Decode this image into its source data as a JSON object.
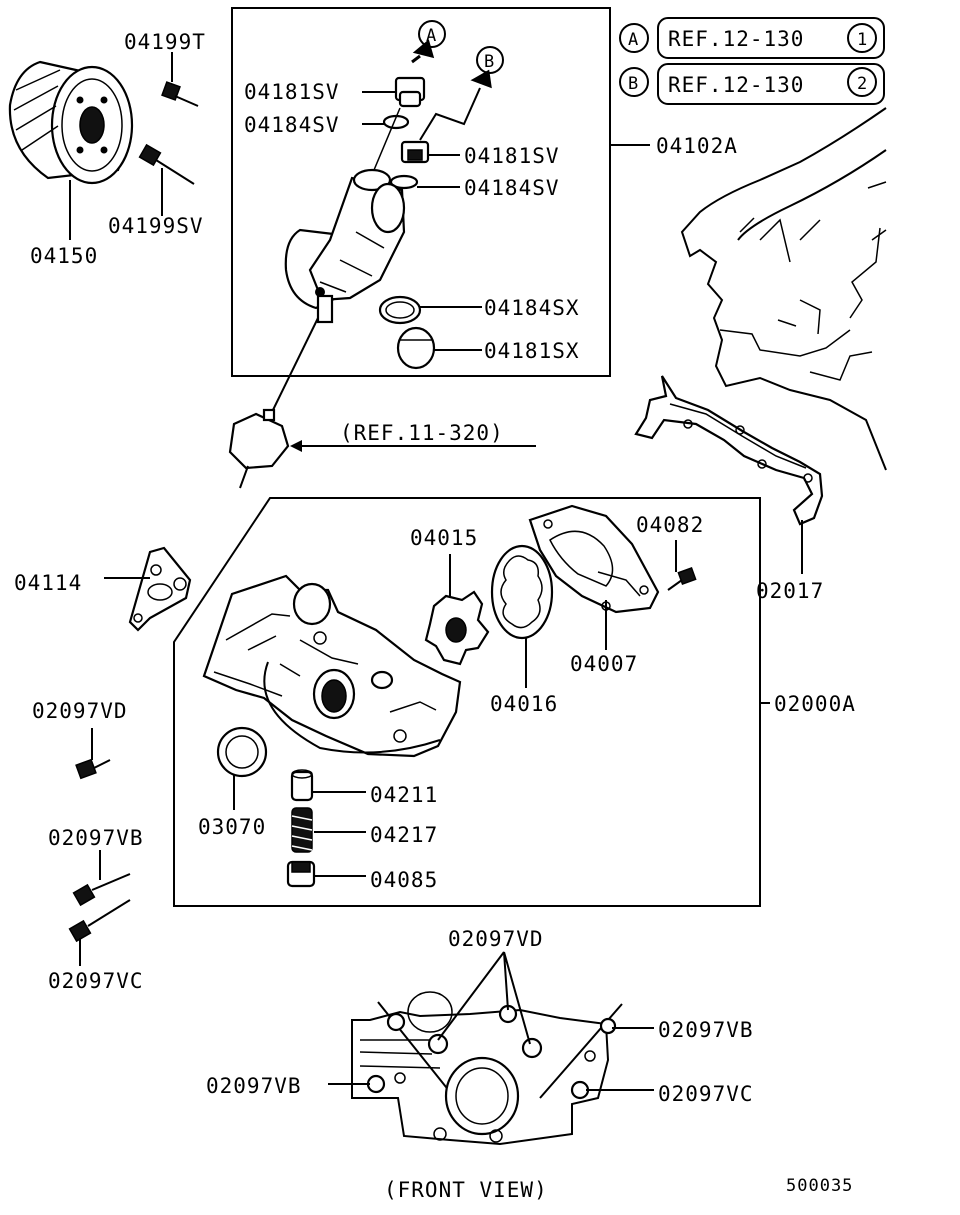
{
  "labels": {
    "oil_filter": "04150",
    "bolt_t": "04199T",
    "bolt_sv": "04199SV",
    "plug_sv_top": "04181SV",
    "gasket_sv_top": "04184SV",
    "plug_sv_mid": "04181SV",
    "gasket_sv_mid": "04184SV",
    "bracket_assy": "04102A",
    "gasket_sx": "04184SX",
    "plug_sx": "04181SX",
    "ref_sensor": "(REF.11-320)",
    "ref_a": "REF.12-130",
    "ref_a_num": "1",
    "ref_b": "REF.12-130",
    "ref_b_num": "2",
    "callout_a": "A",
    "callout_b": "B",
    "gasket_block": "02017",
    "gasket_04114": "04114",
    "inner_rotor": "04015",
    "bolt_04082": "04082",
    "cover_04007": "04007",
    "outer_rotor": "04016",
    "pump_assy": "02000A",
    "bolt_vd": "02097VD",
    "bolt_vb": "02097VB",
    "bolt_vc": "02097VC",
    "oil_seal": "03070",
    "plunger": "04211",
    "spring": "04217",
    "plug_04085": "04085",
    "fv_vd": "02097VD",
    "fv_vb_right": "02097VB",
    "fv_vb_left": "02097VB",
    "fv_vc": "02097VC",
    "front_view": "(FRONT VIEW)",
    "diagram_id": "500035"
  }
}
